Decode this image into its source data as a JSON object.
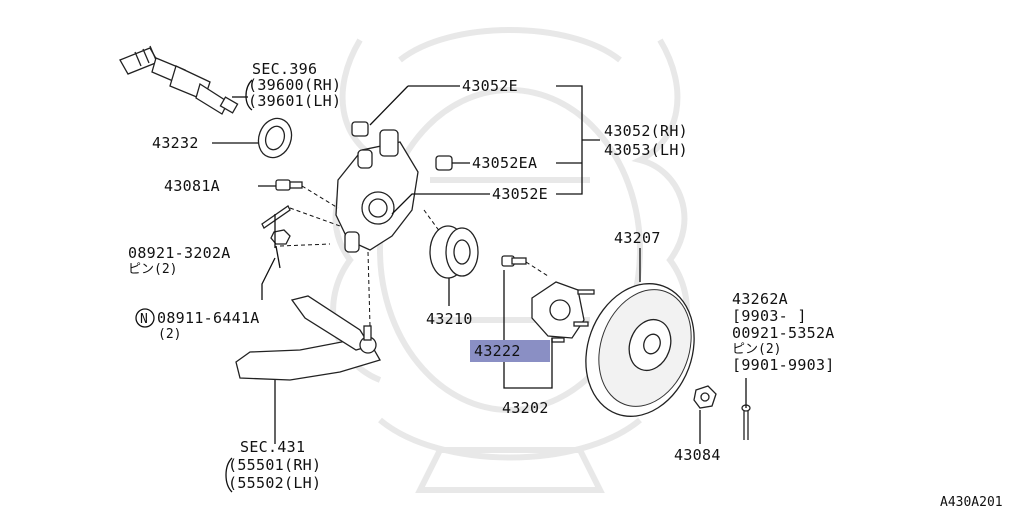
{
  "labels": {
    "sec396": "SEC.396",
    "p39600": "(39600(RH)",
    "p39601": "(39601(LH)",
    "p43232": "43232",
    "p43081A": "43081A",
    "p08921": "08921-3202A",
    "pin2a": "ピン(2)",
    "n_badge": "N",
    "p08911": "08911-6441A",
    "qty2": "(2)",
    "p43052E_top": "43052E",
    "p43052_rh": "43052(RH)",
    "p43053_lh": "43053(LH)",
    "p43052EA": "43052EA",
    "p43052E_bot": "43052E",
    "p43210": "43210",
    "p43222": "43222",
    "p43202": "43202",
    "p43207": "43207",
    "p43262A": "43262A",
    "range1": "[9903-     ]",
    "p00921": "00921-5352A",
    "pin2b": "ピン(2)",
    "range2": "[9901-9903]",
    "p43084": "43084",
    "sec431": "SEC.431",
    "p55501": "(55501(RH)",
    "p55502": "(55502(LH)",
    "diagram_code": "A430A201"
  },
  "colors": {
    "highlight": "#8a8fc4",
    "line": "#111111",
    "watermark": "#e6e6e6"
  }
}
